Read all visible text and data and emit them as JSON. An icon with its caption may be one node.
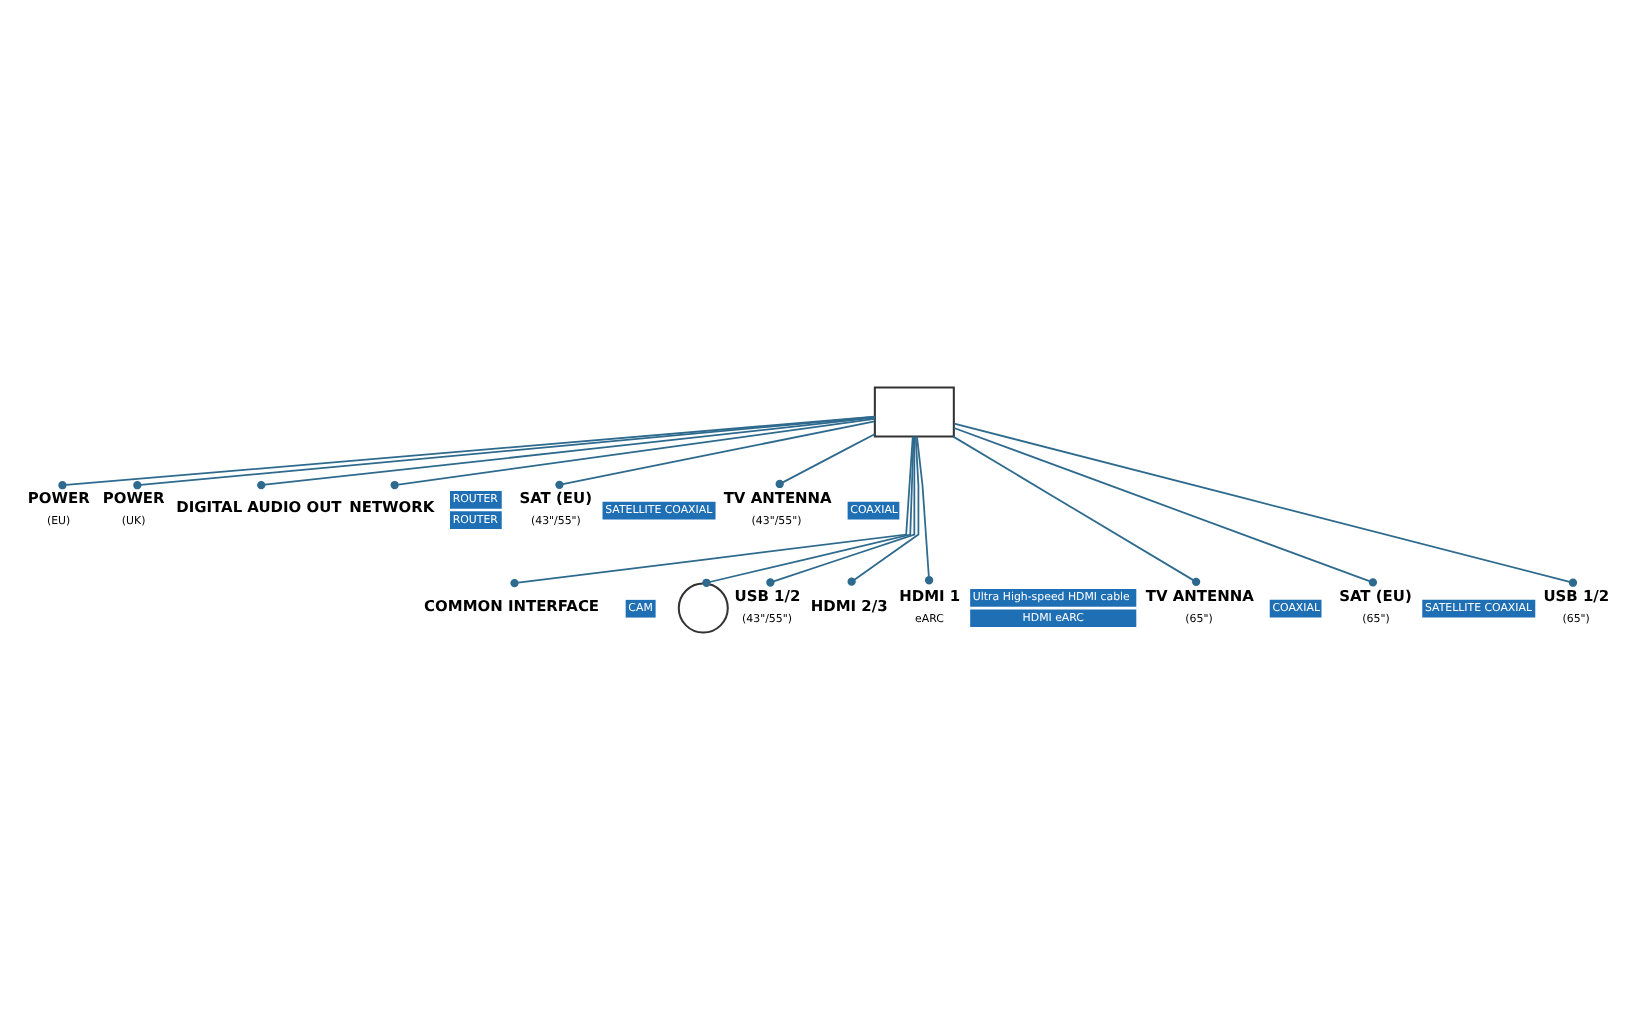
{
  "diagram": {
    "nodes": [
      {
        "text": [],
        "shape": "box"
      },
      {
        "text": [
          "POWER",
          "(EU)"
        ]
      },
      {
        "text": [
          "POWER",
          "(UK)"
        ]
      },
      {
        "text": [
          "DIGITAL AUDIO OUT"
        ]
      },
      {
        "text": [
          "NETWORK"
        ],
        "beside": [
          "ROUTER",
          "ROUTER"
        ]
      },
      {
        "text": [
          "SAT (EU)",
          "(43\"/55\")"
        ],
        "beside": [
          "SATELLITE COAXIAL"
        ]
      },
      {
        "text": [
          "TV ANTENNA",
          "(43\"/55\")"
        ],
        "beside": [
          "COAXIAL"
        ]
      },
      {
        "text": [
          "COMMON INTERFACE"
        ],
        "beside": [
          "CAM"
        ]
      },
      {
        "text": [],
        "shape": "circle"
      },
      {
        "text": [
          "USB 1/2",
          "(43\"/55\")"
        ]
      },
      {
        "text": [
          "HDMI 2/3"
        ]
      },
      {
        "text": [
          "HDMI 1",
          "eARC"
        ],
        "beside": [
          "Ultra High-speed HDMI cable",
          "HDMI eARC"
        ]
      },
      {
        "text": [
          "TV ANTENNA",
          "(65\")"
        ],
        "beside": [
          "COAXIAL"
        ]
      },
      {
        "text": [
          "SAT (EU)",
          "(65\")"
        ],
        "beside": [
          "SATELLITE COAXIAL"
        ]
      },
      {
        "text": [
          "USB 1/2",
          "(65\")"
        ]
      }
    ],
    "edges": [
      {
        "from": 0,
        "to": 1,
        "arrow": "other"
      },
      {
        "from": 0,
        "to": 2,
        "arrow": "other"
      },
      {
        "from": 0,
        "to": 3,
        "arrow": "other"
      },
      {
        "from": 0,
        "to": 4,
        "arrow": "other"
      },
      {
        "from": 0,
        "to": 5,
        "arrow": "other"
      },
      {
        "from": 0,
        "to": 6,
        "arrow": "other"
      },
      {
        "from": 0,
        "to": 7,
        "arrow": "other"
      },
      {
        "from": 0,
        "to": 8,
        "arrow": "other"
      },
      {
        "from": 0,
        "to": 9,
        "arrow": "other"
      },
      {
        "from": 0,
        "to": 10,
        "arrow": "other"
      },
      {
        "from": 0,
        "to": 11,
        "arrow": "other"
      },
      {
        "from": 0,
        "to": 12,
        "arrow": "other"
      },
      {
        "from": 0,
        "to": 13,
        "arrow": "other"
      },
      {
        "from": 0,
        "to": 14,
        "arrow": "other"
      }
    ]
  }
}
